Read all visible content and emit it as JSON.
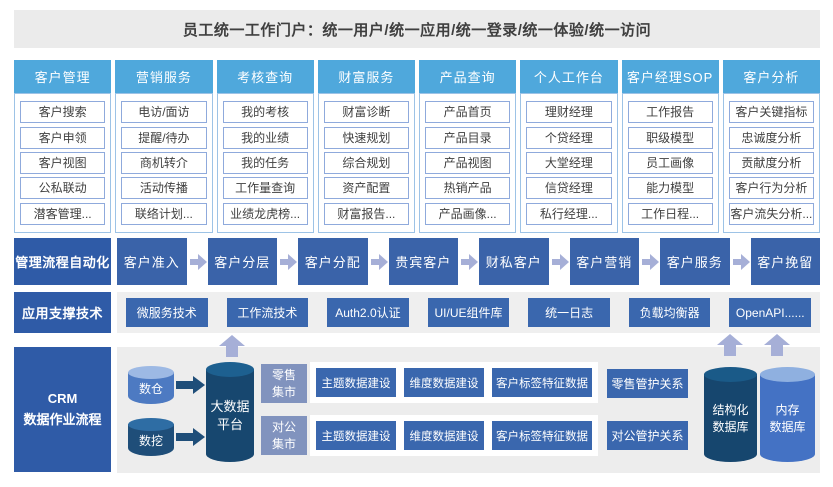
{
  "banner": {
    "text": "员工统一工作门户：统一用户/统一应用/统一登录/统一体验/统一访问"
  },
  "portal_columns": [
    {
      "header": "客户管理",
      "items": [
        "客户搜索",
        "客户申领",
        "客户视图",
        "公私联动",
        "潜客管理..."
      ]
    },
    {
      "header": "营销服务",
      "items": [
        "电访/面访",
        "提醒/待办",
        "商机转介",
        "活动传播",
        "联络计划..."
      ]
    },
    {
      "header": "考核查询",
      "items": [
        "我的考核",
        "我的业绩",
        "我的任务",
        "工作量查询",
        "业绩龙虎榜..."
      ]
    },
    {
      "header": "财富服务",
      "items": [
        "财富诊断",
        "快速规划",
        "综合规划",
        "资产配置",
        "财富报告..."
      ]
    },
    {
      "header": "产品查询",
      "items": [
        "产品首页",
        "产品目录",
        "产品视图",
        "热销产品",
        "产品画像..."
      ]
    },
    {
      "header": "个人工作台",
      "items": [
        "理财经理",
        "个贷经理",
        "大堂经理",
        "信贷经理",
        "私行经理..."
      ]
    },
    {
      "header": "客户经理SOP",
      "items": [
        "工作报告",
        "职级模型",
        "员工画像",
        "能力模型",
        "工作日程..."
      ]
    },
    {
      "header": "客户分析",
      "items": [
        "客户关键指标",
        "忠诚度分析",
        "贡献度分析",
        "客户行为分析",
        "客户流失分析..."
      ]
    }
  ],
  "process_row": {
    "label": "管理流程自动化",
    "steps": [
      "客户准入",
      "客户分层",
      "客户分配",
      "贵宾客户",
      "财私客户",
      "客户营销",
      "客户服务",
      "客户挽留"
    ]
  },
  "tech_row": {
    "label": "应用支撑技术",
    "items": [
      "微服务技术",
      "工作流技术",
      "Auth2.0认证",
      "UI/UE组件库",
      "统一日志",
      "负载均衡器",
      "OpenAPI......"
    ]
  },
  "data_section": {
    "label": "CRM\n数据作业流程",
    "warehouse": "数仓",
    "mining": "数挖",
    "platform": "大数据\n平台",
    "retail_mart": "零售\n集市",
    "corporate_mart": "对公\n集市",
    "retail_build": [
      "主题数据建设",
      "维度数据建设",
      "客户标签特征数据"
    ],
    "corporate_build": [
      "主题数据建设",
      "维度数据建设",
      "客户标签特征数据"
    ],
    "retail_relation": "零售管护关系",
    "corporate_relation": "对公管护关系",
    "structured_db": "结构化\n数据库",
    "memory_db": "内存\n数据库"
  },
  "colors": {
    "column_header": "#4fa8dc",
    "row_label": "#2f5ba7",
    "flow_step": "#3a63a9",
    "tech_box": "#3a67ae",
    "light_arrow": "#a6afd7",
    "dark_arrow": "#1f4e79",
    "mart": "#8193be",
    "banner_bg": "#ebebeb",
    "section_bg": "#ededed"
  }
}
